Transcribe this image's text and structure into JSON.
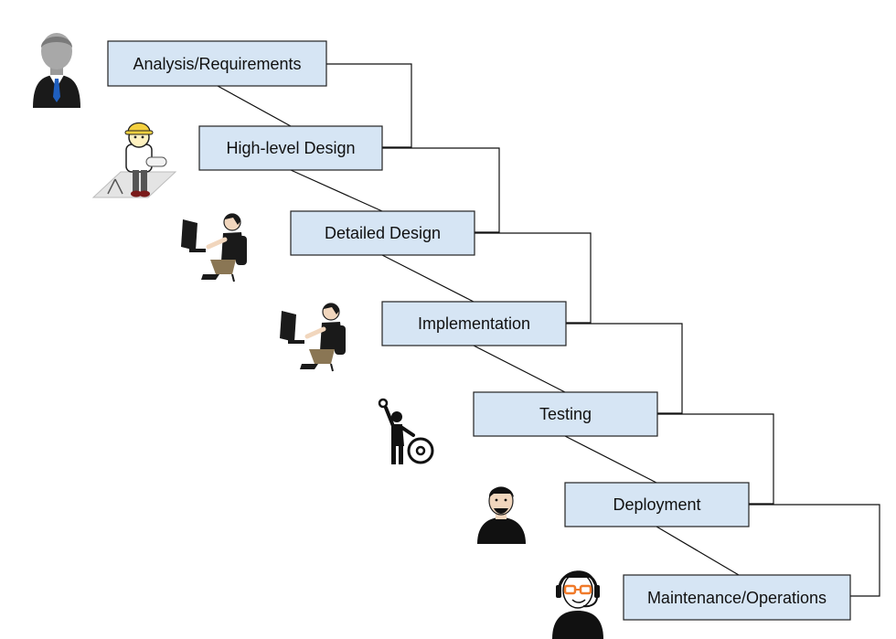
{
  "diagram": {
    "stages": [
      {
        "id": "analysis",
        "label": "Analysis/Requirements",
        "icon": "manager-icon"
      },
      {
        "id": "high-level-design",
        "label": "High-level Design",
        "icon": "architect-icon"
      },
      {
        "id": "detailed-design",
        "label": "Detailed Design",
        "icon": "designer-at-computer-icon"
      },
      {
        "id": "implementation",
        "label": "Implementation",
        "icon": "developer-at-computer-icon"
      },
      {
        "id": "testing",
        "label": "Testing",
        "icon": "tester-with-tools-icon"
      },
      {
        "id": "deployment",
        "label": "Deployment",
        "icon": "deployer-person-icon"
      },
      {
        "id": "maintenance",
        "label": "Maintenance/Operations",
        "icon": "support-headset-person-icon"
      }
    ],
    "colors": {
      "box_fill": "#d6e5f4",
      "box_stroke": "#222222",
      "line": "#111111",
      "tie": "#1f5fbf",
      "helmet": "#f4d03f",
      "glasses": "#f07a2a"
    }
  }
}
